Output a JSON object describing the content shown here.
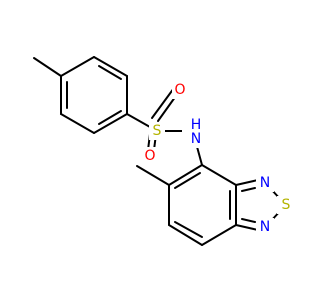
{
  "molecule": {
    "atoms": [
      {
        "element": "S",
        "color": "#b4b400"
      },
      {
        "element": "O",
        "color": "#ff0000"
      },
      {
        "element": "O",
        "color": "#ff0000"
      },
      {
        "element": "N",
        "H": "H",
        "color": "#0000ff"
      },
      {
        "element": "N",
        "color": "#0000ff"
      },
      {
        "element": "S",
        "color": "#b4b400"
      },
      {
        "element": "N",
        "color": "#0000ff"
      }
    ]
  }
}
